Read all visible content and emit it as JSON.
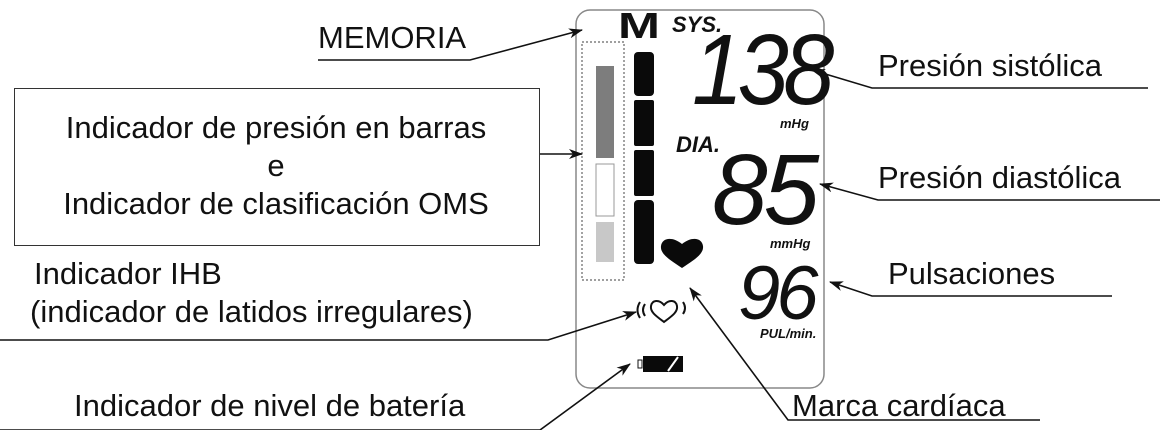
{
  "labels": {
    "memoria": "MEMORIA",
    "bar_indicator_l1": "Indicador de presión en barras",
    "bar_indicator_l2": "e",
    "bar_indicator_l3": "Indicador de clasificación OMS",
    "ihb_l1": "Indicador IHB",
    "ihb_l2": "(indicador de latidos irregulares)",
    "battery": "Indicador de nivel de batería",
    "systolic": "Presión sistólica",
    "diastolic": "Presión diastólica",
    "pulse": "Pulsaciones",
    "heart_mark": "Marca cardíaca"
  },
  "display": {
    "memory_symbol": "M",
    "sys_label": "SYS.",
    "dia_label": "DIA.",
    "systolic_value": "138",
    "systolic_unit": "mHg",
    "diastolic_value": "85",
    "diastolic_unit": "mmHg",
    "pulse_value": "96",
    "pulse_unit": "PUL/min."
  }
}
